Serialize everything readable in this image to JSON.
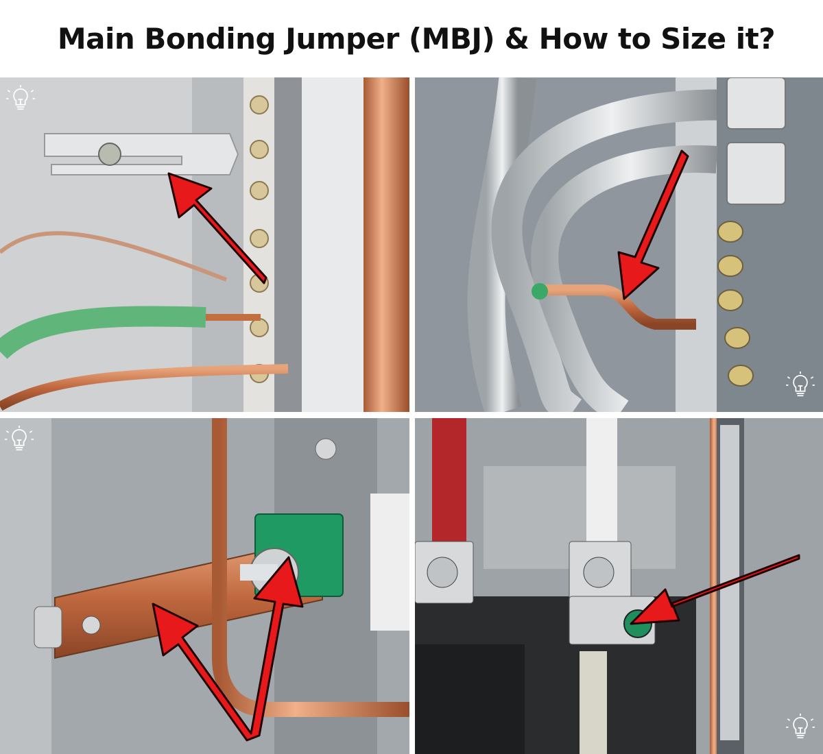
{
  "title": "Main Bonding Jumper (MBJ) & How to Size it?",
  "panels": [
    {
      "subject": "bonding-strap-with-screw",
      "icon": "lightbulb-icon"
    },
    {
      "subject": "copper-wire-jumper-to-neutral-bar",
      "icon": "lightbulb-icon"
    },
    {
      "subject": "copper-bar-jumper-with-green-screw",
      "icon": "lightbulb-icon"
    },
    {
      "subject": "green-bonding-screw-in-panel",
      "icon": "lightbulb-icon"
    }
  ],
  "colors": {
    "arrow": "#e8191b",
    "copper": "#c97a4c",
    "panel_gray": "#9aa0a4"
  }
}
